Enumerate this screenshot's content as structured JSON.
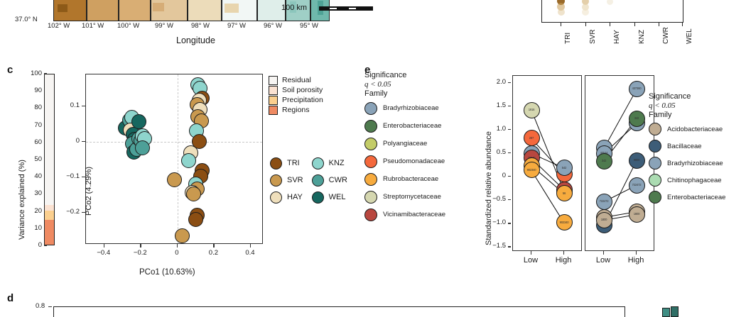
{
  "figure": {
    "panel_b": {
      "axis": {
        "xlabel": "Longitude",
        "xticks": [
          "102° W",
          "101° W",
          "100° W",
          "99° W",
          "98° W",
          "97° W",
          "96° W",
          "95° W"
        ],
        "ylabel_visible": "37.0° N"
      },
      "scalebar": {
        "label": "100 km"
      },
      "sites": [
        "TRI",
        "SVR",
        "HAY",
        "KNZ",
        "CWR",
        "WEL"
      ]
    },
    "panel_c": {
      "letter": "c",
      "variance_axis": {
        "label": "Variance explained (%)",
        "ticks": [
          0,
          10,
          20,
          30,
          40,
          50,
          60,
          70,
          80,
          90,
          100
        ]
      },
      "variance_components": [
        {
          "label": "Residual",
          "color": "#f7f5f3",
          "from": 23.0,
          "to": 100.0
        },
        {
          "label": "Soil porosity",
          "color": "#fbe2d2",
          "from": 20.0,
          "to": 23.0
        },
        {
          "label": "Precipitation",
          "color": "#fbcf8e",
          "from": 14.5,
          "to": 20.0
        },
        {
          "label": "Regions",
          "color": "#ef8a62",
          "from": 0.0,
          "to": 14.5
        }
      ],
      "legend_variance_title": "",
      "ordination": {
        "xlabel": "PCo1 (10.63%)",
        "ylabel": "PCo2 (4.29%)",
        "xticks": [
          "−0.4",
          "−0.2",
          "0",
          "0.2",
          "0.4"
        ],
        "yticks": [
          "0.1",
          "0",
          "−0.1",
          "−0.2"
        ],
        "xlim": [
          -0.5,
          0.47
        ],
        "ylim": [
          -0.29,
          0.19
        ]
      },
      "site_legend": {
        "column1": [
          {
            "label": "TRI",
            "color": "#8b4e13"
          },
          {
            "label": "SVR",
            "color": "#c9994f"
          },
          {
            "label": "HAY",
            "color": "#efdfbc"
          }
        ],
        "column2": [
          {
            "label": "KNZ",
            "color": "#8ed5cd"
          },
          {
            "label": "CWR",
            "color": "#4da098"
          },
          {
            "label": "WEL",
            "color": "#16675f"
          }
        ]
      },
      "points": [
        {
          "x": -0.285,
          "y": 0.04,
          "site": "WEL"
        },
        {
          "x": -0.262,
          "y": 0.062,
          "site": "CWR"
        },
        {
          "x": -0.25,
          "y": 0.07,
          "site": "KNZ"
        },
        {
          "x": -0.256,
          "y": 0.033,
          "site": "HAY"
        },
        {
          "x": -0.243,
          "y": 0.022,
          "site": "WEL"
        },
        {
          "x": -0.236,
          "y": 0.008,
          "site": "WEL"
        },
        {
          "x": -0.245,
          "y": -0.004,
          "site": "CWR"
        },
        {
          "x": -0.238,
          "y": -0.028,
          "site": "WEL"
        },
        {
          "x": -0.222,
          "y": -0.02,
          "site": "CWR"
        },
        {
          "x": -0.211,
          "y": 0.058,
          "site": "WEL"
        },
        {
          "x": -0.21,
          "y": 0.01,
          "site": "CWR"
        },
        {
          "x": -0.199,
          "y": 0.004,
          "site": "CWR"
        },
        {
          "x": -0.19,
          "y": 0.018,
          "site": "KNZ"
        },
        {
          "x": -0.18,
          "y": 0.01,
          "site": "KNZ"
        },
        {
          "x": -0.192,
          "y": -0.016,
          "site": "CWR"
        },
        {
          "x": 0.11,
          "y": 0.162,
          "site": "KNZ"
        },
        {
          "x": 0.124,
          "y": 0.152,
          "site": "KNZ"
        },
        {
          "x": 0.136,
          "y": 0.124,
          "site": "TRI"
        },
        {
          "x": 0.12,
          "y": 0.118,
          "site": "HAY"
        },
        {
          "x": 0.106,
          "y": 0.106,
          "site": "SVR"
        },
        {
          "x": 0.122,
          "y": 0.092,
          "site": "HAY"
        },
        {
          "x": 0.112,
          "y": 0.072,
          "site": "SVR"
        },
        {
          "x": 0.132,
          "y": 0.06,
          "site": "SVR"
        },
        {
          "x": 0.102,
          "y": 0.032,
          "site": "KNZ"
        },
        {
          "x": 0.12,
          "y": 0.002,
          "site": "TRI"
        },
        {
          "x": 0.072,
          "y": -0.03,
          "site": "HAY"
        },
        {
          "x": 0.06,
          "y": -0.052,
          "site": "KNZ"
        },
        {
          "x": -0.018,
          "y": -0.106,
          "site": "SVR"
        },
        {
          "x": 0.135,
          "y": -0.08,
          "site": "TRI"
        },
        {
          "x": 0.126,
          "y": -0.096,
          "site": "TRI"
        },
        {
          "x": 0.098,
          "y": -0.118,
          "site": "KNZ"
        },
        {
          "x": 0.106,
          "y": -0.132,
          "site": "SVR"
        },
        {
          "x": 0.08,
          "y": -0.142,
          "site": "HAY"
        },
        {
          "x": 0.088,
          "y": -0.146,
          "site": "SVR"
        },
        {
          "x": 0.108,
          "y": -0.206,
          "site": "TRI"
        },
        {
          "x": 0.098,
          "y": -0.218,
          "site": "TRI"
        },
        {
          "x": 0.025,
          "y": -0.264,
          "site": "SVR"
        }
      ]
    },
    "panel_e": {
      "letter": "e",
      "legend_left": {
        "significance_title": "Significance",
        "q_value": "q < 0.05",
        "family_title": "Family",
        "families": [
          {
            "label": "Bradyrhizobiaceae",
            "color": "#8aa3b8"
          },
          {
            "label": "Enterobacteriaceae",
            "color": "#4e7a4e"
          },
          {
            "label": "Polyangiaceae",
            "color": "#c3cc68"
          },
          {
            "label": "Pseudomonadaceae",
            "color": "#f4683c"
          },
          {
            "label": "Rubrobacteraceae",
            "color": "#f7ab3e"
          },
          {
            "label": "Streptomycetaceae",
            "color": "#d5d7b0"
          },
          {
            "label": "Vicinamibacteraceae",
            "color": "#b8473f"
          }
        ]
      },
      "legend_right": {
        "significance_title": "Significance",
        "q_value": "q < 0.05",
        "family_title": "Family",
        "families": [
          {
            "label": "Acidobacteriaceae",
            "color": "#c0ad93"
          },
          {
            "label": "Bacillaceae",
            "color": "#3d5d78"
          },
          {
            "label": "Bradyrhizobiaceae",
            "color": "#8aa3b8"
          },
          {
            "label": "Chitinophagaceae",
            "color": "#abdcb2"
          },
          {
            "label": "Enterobacteriaceae",
            "color": "#4e7a4e"
          }
        ]
      },
      "yaxis": {
        "label": "Standardized relative abundance",
        "ticks": [
          "2.0",
          "1.5",
          "1.0",
          "0.5",
          "0",
          "−0.5",
          "−1.0",
          "−1.5"
        ],
        "ylim": [
          -1.6,
          2.15
        ]
      },
      "xlabels": [
        "Low",
        "High"
      ],
      "left_pane": {
        "series": [
          {
            "asv": "1916",
            "color": "#d5d7b0",
            "low": 1.42,
            "high": -0.31
          },
          {
            "asv": "287",
            "color": "#f4683c",
            "low": 0.82,
            "high": 0.06
          },
          {
            "asv": "542",
            "color": "#8aa3b8",
            "low": 0.5,
            "high": 0.19
          },
          {
            "asv": "28340",
            "color": "#b8473f",
            "low": 0.4,
            "high": -0.27
          },
          {
            "asv": "56",
            "color": "#f7ab3e",
            "low": 0.24,
            "high": -0.36
          },
          {
            "asv": "902340",
            "color": "#f7ab3e",
            "low": 0.14,
            "high": -0.98
          }
        ]
      },
      "right_pane": {
        "series": [
          {
            "asv": "437360",
            "color": "#8aa3b8",
            "low": 0.61,
            "high": 1.87
          },
          {
            "asv": "40544",
            "color": "#8aa3b8",
            "low": 0.5,
            "high": 1.14
          },
          {
            "asv": "342",
            "color": "#4e7a4e",
            "low": 0.33,
            "high": 1.24
          },
          {
            "asv": "9800",
            "color": "#3d5d78",
            "low": -1.04,
            "high": 0.35
          },
          {
            "asv": "722472",
            "color": "#8aa3b8",
            "low": -0.53,
            "high": -0.18
          },
          {
            "asv": "66348",
            "color": "#c0ad93",
            "low": -0.86,
            "high": -0.74
          },
          {
            "asv": "1800",
            "color": "#c0ad93",
            "low": -0.92,
            "high": -0.8
          }
        ]
      }
    },
    "panel_d": {
      "letter": "d",
      "ytick_visible": "0.8",
      "bars": [
        {
          "color": "#3f8e84",
          "x": 931,
          "w": 11,
          "h": 13
        },
        {
          "color": "#2f6f66",
          "x": 943,
          "w": 11,
          "h": 15
        }
      ]
    }
  }
}
